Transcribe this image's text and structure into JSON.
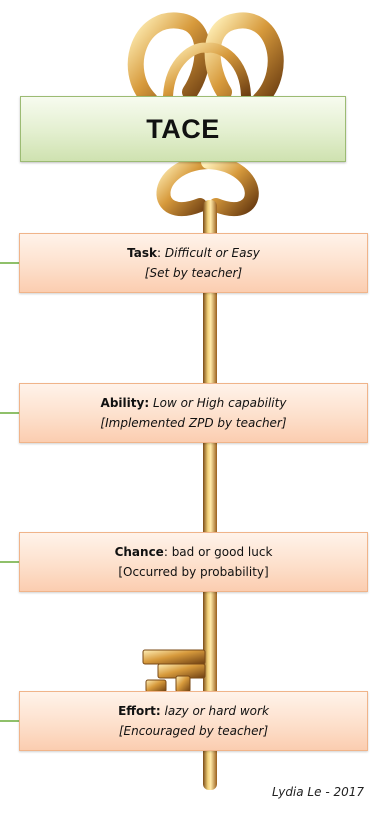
{
  "title": "TACE",
  "items": [
    {
      "term": "Task",
      "description": "Difficult or Easy",
      "note": "[Set by teacher]"
    },
    {
      "term": "Ability:",
      "description": "Low or High capability",
      "note": "[Implemented ZPD by teacher]"
    },
    {
      "term": "Chance",
      "description": "bad or good luck",
      "note": "[Occurred by probability]"
    },
    {
      "term": "Effort:",
      "description": "lazy or hard work",
      "note": "[Encouraged by teacher]"
    }
  ],
  "author": "Lydia Le - 2017",
  "colors": {
    "title_fill": "#e3efcf",
    "title_border": "#9cbb73",
    "box_fill": "#fde0cc",
    "box_border": "#f0b48a",
    "arrow": "#8fc06a",
    "key_gold": "#e0a948"
  }
}
